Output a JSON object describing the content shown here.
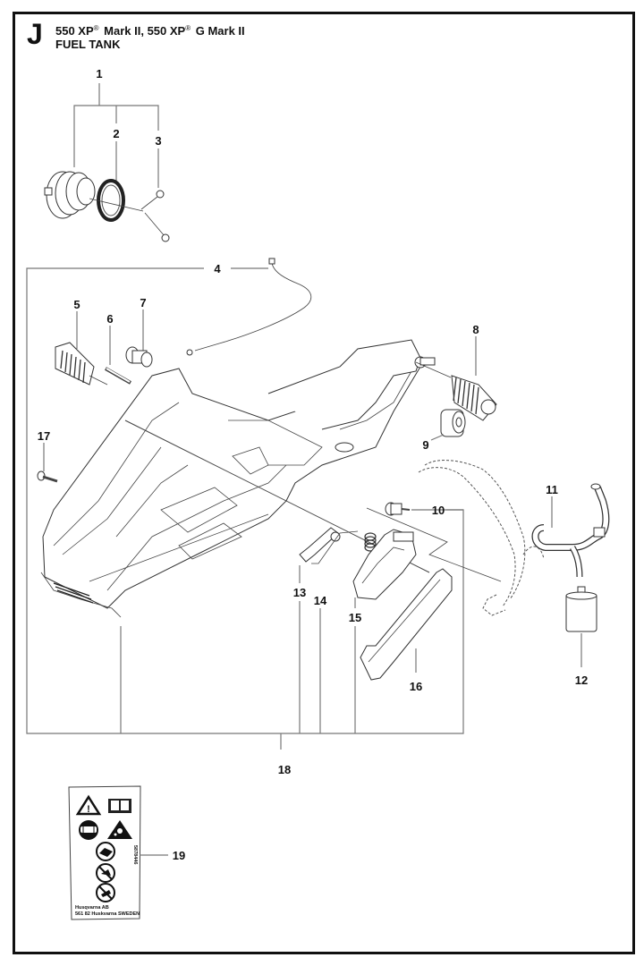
{
  "header": {
    "section_letter": "J",
    "model_line_part1": "550 XP",
    "model_line_reg1": "®",
    "model_line_part2": " Mark II, 550 XP",
    "model_line_reg2": "®",
    "model_line_part3": " G Mark II",
    "assembly_title": "FUEL TANK"
  },
  "callouts": [
    {
      "id": "1",
      "part": "fuel-cap-assembly"
    },
    {
      "id": "2",
      "part": "o-ring-seal"
    },
    {
      "id": "3",
      "part": "cap-retainer-strap"
    },
    {
      "id": "4",
      "part": "cable-harness"
    },
    {
      "id": "5",
      "part": "vibration-damper-left"
    },
    {
      "id": "6",
      "part": "pin"
    },
    {
      "id": "7",
      "part": "buffer"
    },
    {
      "id": "8",
      "part": "vibration-damper-right"
    },
    {
      "id": "9",
      "part": "rubber-buffer"
    },
    {
      "id": "10",
      "part": "grommet"
    },
    {
      "id": "11",
      "part": "fuel-hose"
    },
    {
      "id": "12",
      "part": "fuel-filter"
    },
    {
      "id": "13",
      "part": "throttle-lock"
    },
    {
      "id": "14",
      "part": "spring"
    },
    {
      "id": "15",
      "part": "throttle-trigger"
    },
    {
      "id": "16",
      "part": "handle-cover"
    },
    {
      "id": "17",
      "part": "screw"
    },
    {
      "id": "18",
      "part": "fuel-tank-assembly"
    },
    {
      "id": "19",
      "part": "warning-decal"
    }
  ],
  "decal": {
    "serial": "5878446",
    "manufacturer_line1": "Husqvarna AB",
    "manufacturer_line2": "561 82 Huskvarna SWEDEN",
    "icons": [
      "warning-triangle-icon",
      "manual-book-icon",
      "ear-eye-protection-icon",
      "kickback-warning-icon",
      "no-one-hand-icon",
      "no-bystanders-icon",
      "no-smoking-icon"
    ]
  }
}
